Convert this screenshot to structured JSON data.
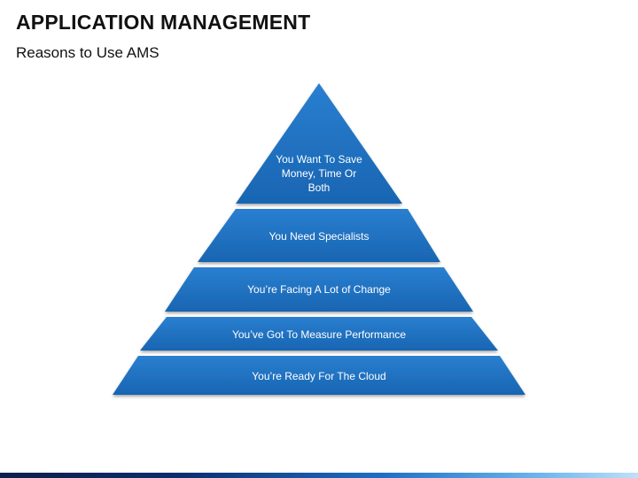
{
  "slide": {
    "title": "APPLICATION MANAGEMENT",
    "subtitle": "Reasons to Use AMS"
  },
  "colors": {
    "tier_fill": "#1f70c1",
    "tier_fill_dark": "#155aa3",
    "background": "#ffffff",
    "text": "#111111"
  },
  "pyramid": {
    "tiers": [
      {
        "label_lines": [
          "You Want To Save",
          "Money, Time Or",
          "Both"
        ]
      },
      {
        "label_lines": [
          "You Need Specialists"
        ]
      },
      {
        "label_lines": [
          "You’re Facing A Lot of Change"
        ]
      },
      {
        "label_lines": [
          "You’ve Got To Measure Performance"
        ]
      },
      {
        "label_lines": [
          "You’re Ready For The Cloud"
        ]
      }
    ]
  }
}
